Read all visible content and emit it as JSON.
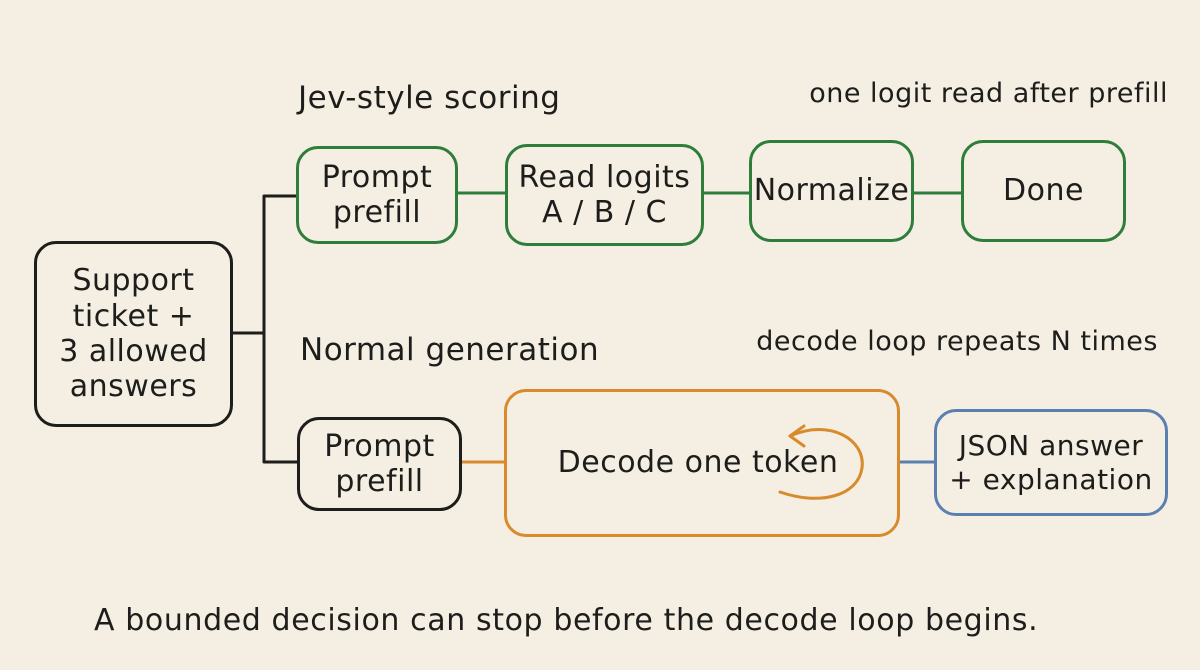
{
  "diagram": {
    "colors": {
      "background": "#f5efe3",
      "ink": "#1d1d1b",
      "scoring_path": "#2f7d3a",
      "decode_loop": "#d98a2c",
      "output": "#5a7fb0"
    },
    "input_node": {
      "label": "Support\nticket +\n3 allowed\nanswers"
    },
    "scoring": {
      "title": "Jev-style scoring",
      "note": "one logit read after prefill",
      "nodes": [
        {
          "label": "Prompt\nprefill"
        },
        {
          "label": "Read logits\nA / B / C"
        },
        {
          "label": "Normalize"
        },
        {
          "label": "Done"
        }
      ]
    },
    "generation": {
      "title": "Normal generation",
      "note": "decode loop repeats N times",
      "prefill": {
        "label": "Prompt\nprefill"
      },
      "decode": {
        "label": "Decode one token",
        "icon": "loop-arrow-icon"
      },
      "output": {
        "label": "JSON answer\n+ explanation"
      }
    },
    "caption": "A bounded decision can stop before the decode loop begins."
  }
}
